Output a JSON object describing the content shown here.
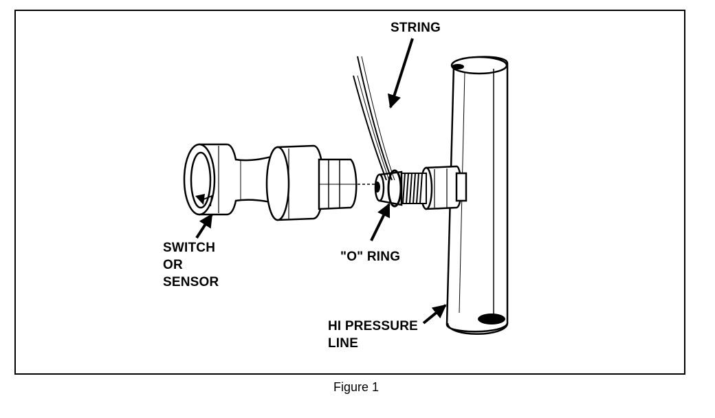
{
  "labels": {
    "string": "STRING",
    "o_ring": "\"O\" RING",
    "switch_line1": "SWITCH",
    "switch_line2": "OR",
    "switch_line3": "SENSOR",
    "pressure_line1": "HI PRESSURE",
    "pressure_line2": "LINE"
  },
  "caption": "Figure 1"
}
